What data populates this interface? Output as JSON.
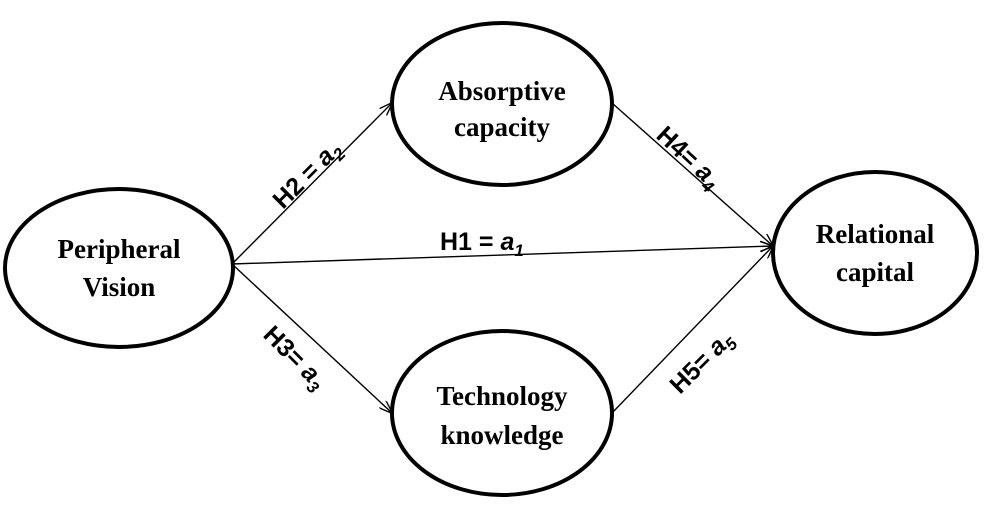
{
  "nodes": {
    "peripheral_vision": {
      "line1": "Peripheral",
      "line2": "Vision"
    },
    "absorptive_capacity": {
      "line1": "Absorptive",
      "line2": "capacity"
    },
    "technology_knowledge": {
      "line1": "Technology",
      "line2": "knowledge"
    },
    "relational_capital": {
      "line1": "Relational",
      "line2": "capital"
    }
  },
  "edges": {
    "h1": {
      "prefix": "H1 = ",
      "coef": "a",
      "sub": "1"
    },
    "h2": {
      "prefix": "H2 = ",
      "coef": "a",
      "sub": "2"
    },
    "h3": {
      "prefix": "H3= ",
      "coef": "a",
      "sub": "3"
    },
    "h4": {
      "prefix": "H4= ",
      "coef": "a",
      "sub": "4"
    },
    "h5": {
      "prefix": "H5= ",
      "coef": "a",
      "sub": "5"
    }
  }
}
